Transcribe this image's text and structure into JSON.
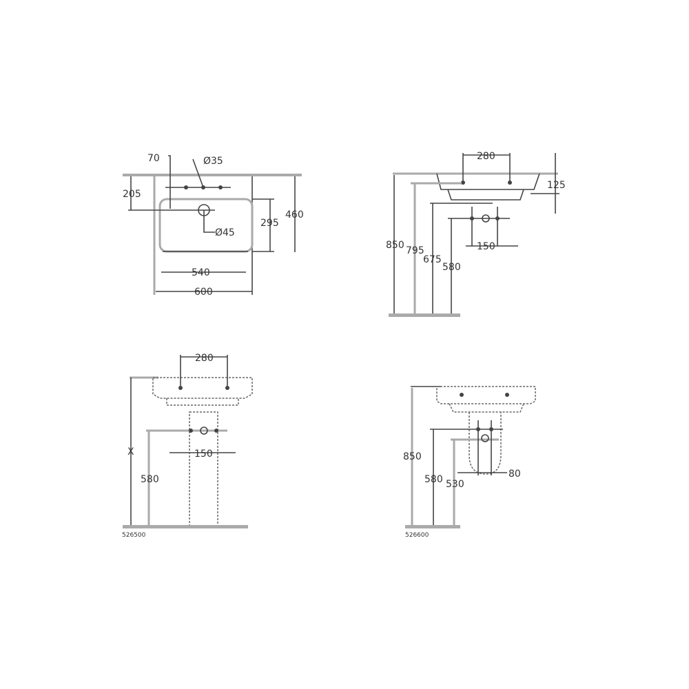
{
  "drawing": {
    "title": "Washbasin technical drawing",
    "views": [
      {
        "id": "top-view",
        "dimensions": {
          "offset_70": "70",
          "tap_hole": "Ø35",
          "depth_205": "205",
          "waste": "Ø45",
          "bowl_depth": "295",
          "total_depth": "460",
          "bowl_width": "540",
          "total_width": "600"
        }
      },
      {
        "id": "side-view",
        "dimensions": {
          "spacing_280": "280",
          "height_125": "125",
          "h_850": "850",
          "h_795": "795",
          "h_675": "675",
          "h_580": "580",
          "spacing_150": "150"
        }
      },
      {
        "id": "pedestal-front-view",
        "dimensions": {
          "spacing_280": "280",
          "height_x": "X",
          "h_580": "580",
          "spacing_150": "150"
        },
        "article_number": "526500"
      },
      {
        "id": "semi-pedestal-side-view",
        "dimensions": {
          "h_850": "850",
          "h_580": "580",
          "h_530": "530",
          "spacing_80": "80"
        },
        "article_number": "526600"
      }
    ]
  }
}
